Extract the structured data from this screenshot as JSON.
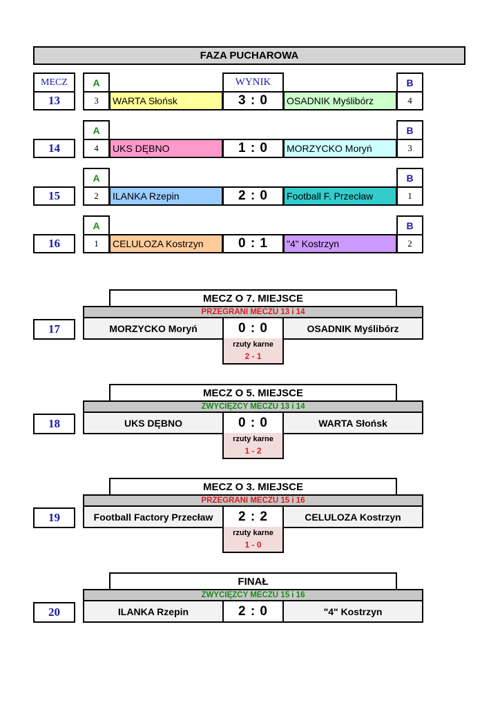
{
  "title": "FAZA  PUCHAROWA",
  "headers": {
    "mecz": "MECZ",
    "a": "A",
    "wynik": "WYNIK",
    "b": "B"
  },
  "group_matches": [
    {
      "num": "13",
      "seed_a": "3",
      "team_a": "WARTA Słońsk",
      "color_a": "#ffff99",
      "score": "3 : 0",
      "team_b": "OSADNIK Myślibórz",
      "color_b": "#ccffcc",
      "seed_b": "4"
    },
    {
      "num": "14",
      "seed_a": "4",
      "team_a": "UKS DĘBNO",
      "color_a": "#ff99cc",
      "score": "1 : 0",
      "team_b": "MORZYCKO Moryń",
      "color_b": "#ccffff",
      "seed_b": "3"
    },
    {
      "num": "15",
      "seed_a": "2",
      "team_a": "ILANKA Rzepin",
      "color_a": "#99ccff",
      "score": "2 : 0",
      "team_b": "Football F. Przecław",
      "color_b": "#33cccc",
      "seed_b": "1"
    },
    {
      "num": "16",
      "seed_a": "1",
      "team_a": "CELULOZA Kostrzyn",
      "color_a": "#ffcc99",
      "score": "0 : 1",
      "team_b": "\"4\" Kostrzyn",
      "color_b": "#cc99ff",
      "seed_b": "2"
    }
  ],
  "placement_matches": [
    {
      "title": "MECZ O 7. MIEJSCE",
      "subtitle": "PRZEGRANI MECZU 13 i 14",
      "subtitle_color": "red",
      "num": "17",
      "team_a": "MORZYCKO Moryń",
      "score": "0 : 0",
      "team_b": "OSADNIK Myślibórz",
      "penalty_label": "rzuty karne",
      "penalty_score": "2 - 1"
    },
    {
      "title": "MECZ O 5. MIEJSCE",
      "subtitle": "ZWYCIĘZCY MECZU 13 i 14",
      "subtitle_color": "green",
      "num": "18",
      "team_a": "UKS DĘBNO",
      "score": "0 : 0",
      "team_b": "WARTA Słońsk",
      "penalty_label": "rzuty karne",
      "penalty_score": "1 - 2"
    },
    {
      "title": "MECZ O 3. MIEJSCE",
      "subtitle": "PRZEGRANI MECZU 15 i 16",
      "subtitle_color": "red",
      "num": "19",
      "team_a": "Football Factory Przecław",
      "score": "2 : 2",
      "team_b": "CELULOZA Kostrzyn",
      "penalty_label": "rzuty karne",
      "penalty_score": "1 - 0"
    },
    {
      "title": "FINAŁ",
      "subtitle": "ZWYCIĘZCY MECZU 15 i 16",
      "subtitle_color": "green",
      "num": "20",
      "team_a": "ILANKA Rzepin",
      "score": "2 : 0",
      "team_b": "\"4\" Kostrzyn"
    }
  ]
}
